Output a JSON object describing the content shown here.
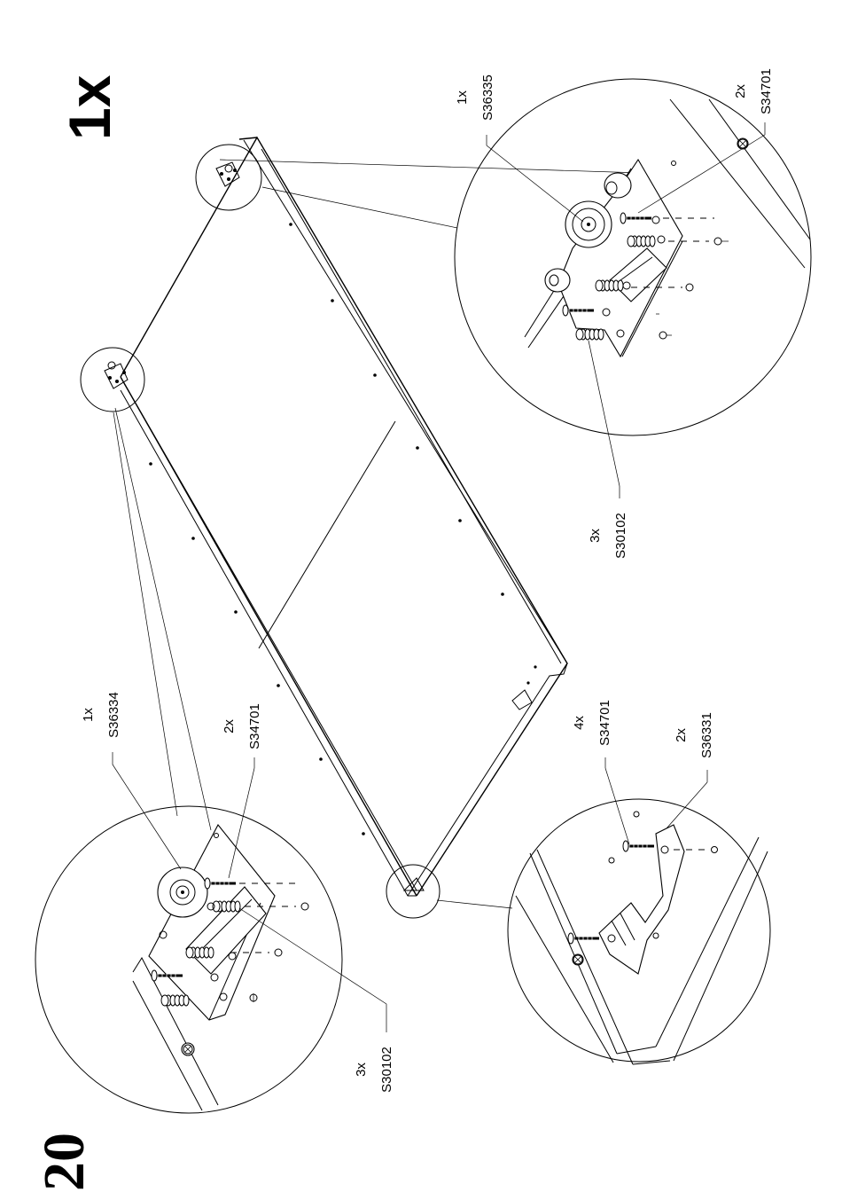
{
  "page": {
    "step_number": "20",
    "quantity": "1x"
  },
  "callouts": {
    "left_wheel": {
      "qty": "1x",
      "part": "S36334"
    },
    "left_screw": {
      "qty": "2x",
      "part": "S34701"
    },
    "left_spring_screw": {
      "qty": "3x",
      "part": "S30102"
    },
    "right_wheel": {
      "qty": "1x",
      "part": "S36335"
    },
    "right_screw": {
      "qty": "2x",
      "part": "S34701"
    },
    "right_spring_screw": {
      "qty": "3x",
      "part": "S30102"
    },
    "guide_screw": {
      "qty": "4x",
      "part": "S34701"
    },
    "guide_bracket": {
      "qty": "2x",
      "part": "S36331"
    }
  }
}
